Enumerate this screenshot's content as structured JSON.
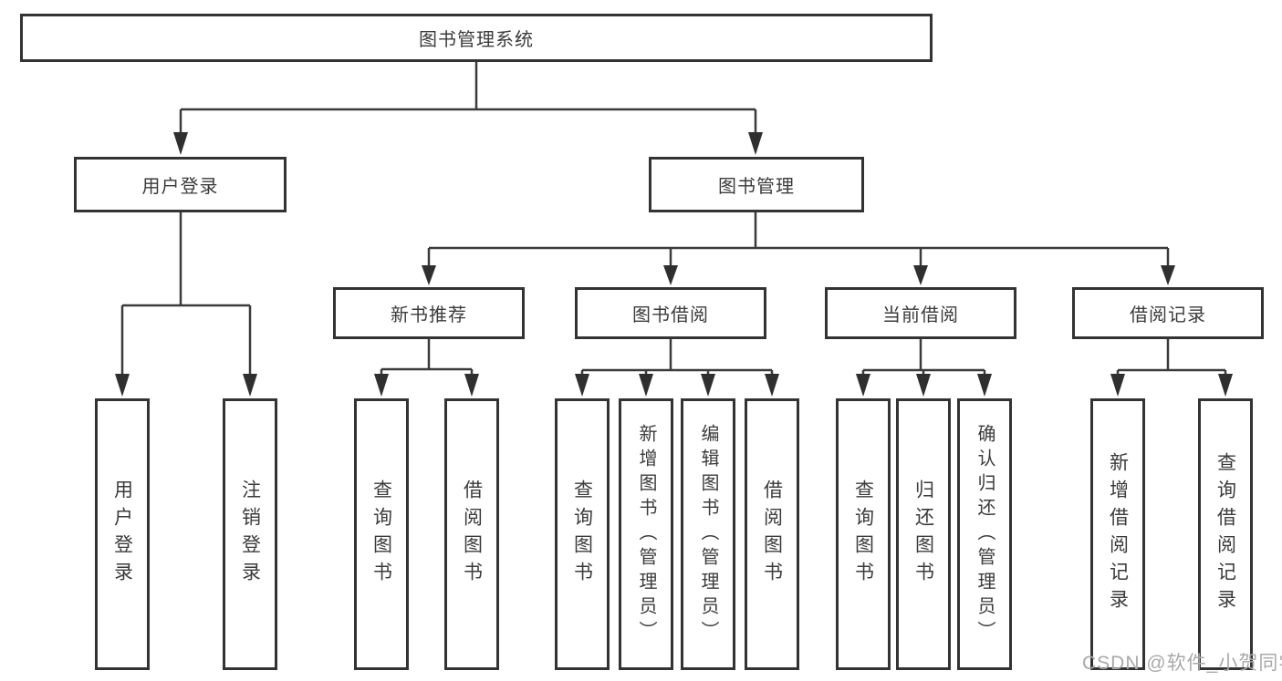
{
  "diagram": {
    "root": {
      "label": "图书管理系统"
    },
    "branches": [
      {
        "label": "用户登录",
        "leaves": [
          {
            "label": "用户登录"
          },
          {
            "label": "注销登录"
          }
        ]
      },
      {
        "label": "图书管理",
        "groups": [
          {
            "label": "新书推荐",
            "leaves": [
              {
                "label": "查询图书"
              },
              {
                "label": "借阅图书"
              }
            ]
          },
          {
            "label": "图书借阅",
            "leaves": [
              {
                "label": "查询图书"
              },
              {
                "label": "新增图书（管理员）"
              },
              {
                "label": "编辑图书（管理员）"
              },
              {
                "label": "借阅图书"
              }
            ]
          },
          {
            "label": "当前借阅",
            "leaves": [
              {
                "label": "查询图书"
              },
              {
                "label": "归还图书"
              },
              {
                "label": "确认归还（管理员）"
              }
            ]
          },
          {
            "label": "借阅记录",
            "leaves": [
              {
                "label": "新增借阅记录"
              },
              {
                "label": "查询借阅记录"
              }
            ]
          }
        ]
      }
    ]
  },
  "watermark": {
    "text": "CSDN @软件_小贺同学"
  },
  "colors": {
    "line": "#3a3a3a",
    "border": "#333333",
    "text": "#3b3b3b",
    "watermark": "#a9a9a9"
  }
}
